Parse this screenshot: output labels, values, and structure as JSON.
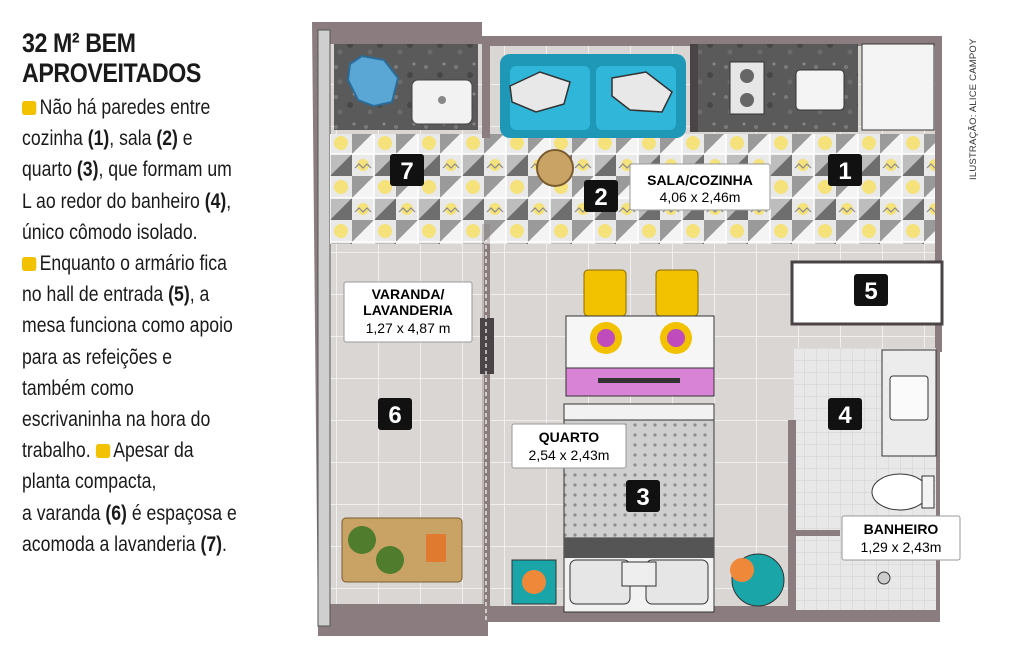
{
  "headline": {
    "line1": "32 M² BEM",
    "line2": "APROVEITADOS"
  },
  "text_lines": [
    [
      {
        "b": false,
        "bullet": true,
        "t": "Não há paredes entre"
      }
    ],
    [
      {
        "t": "cozinha "
      },
      {
        "b": true,
        "t": "(1)"
      },
      {
        "t": ", sala "
      },
      {
        "b": true,
        "t": "(2)"
      },
      {
        "t": " e"
      }
    ],
    [
      {
        "t": "quarto "
      },
      {
        "b": true,
        "t": "(3)"
      },
      {
        "t": ", que formam um"
      }
    ],
    [
      {
        "t": "L ao redor do banheiro "
      },
      {
        "b": true,
        "t": "(4)"
      },
      {
        "t": ","
      }
    ],
    [
      {
        "t": "único cômodo isolado."
      }
    ],
    [
      {
        "bullet": true,
        "t": "Enquanto o armário fica"
      }
    ],
    [
      {
        "t": "no hall de entrada "
      },
      {
        "b": true,
        "t": "(5)"
      },
      {
        "t": ", a"
      }
    ],
    [
      {
        "t": "mesa funciona como apoio"
      }
    ],
    [
      {
        "t": "para as refeições e"
      }
    ],
    [
      {
        "t": "também como"
      }
    ],
    [
      {
        "t": "escrivaninha na hora do"
      }
    ],
    [
      {
        "t": "trabalho. "
      },
      {
        "bullet": true,
        "t": "Apesar da"
      }
    ],
    [
      {
        "t": "planta compacta,"
      }
    ],
    [
      {
        "t": "a varanda "
      },
      {
        "b": true,
        "t": "(6)"
      },
      {
        "t": " é espaçosa e"
      }
    ],
    [
      {
        "t": "acomoda a lavanderia "
      },
      {
        "b": true,
        "t": "(7)"
      },
      {
        "t": "."
      }
    ]
  ],
  "credit": "ILUSTRAÇÃO: ALICE CAMPOY",
  "rooms": {
    "sala": {
      "name": "SALA/COZINHA",
      "dims": "4,06 x 2,46m"
    },
    "varanda": {
      "name1": "VARANDA/",
      "name2": "LAVANDERIA",
      "dims": "1,27 x 4,87 m"
    },
    "quarto": {
      "name": "QUARTO",
      "dims": "2,54 x 2,43m"
    },
    "banheiro": {
      "name": "BANHEIRO",
      "dims": "1,29 x 2,43m"
    }
  },
  "markers": {
    "m1": "1",
    "m2": "2",
    "m3": "3",
    "m4": "4",
    "m5": "5",
    "m6": "6",
    "m7": "7"
  },
  "colors": {
    "wall": "#8b7d7f",
    "wall_dark": "#4a4446",
    "floor": "#d5d2cf",
    "sofa": "#2fb6d9",
    "chair": "#f2c200",
    "pink": "#d883d6",
    "marker_bg": "#111111",
    "bullet": "#f2c200"
  }
}
